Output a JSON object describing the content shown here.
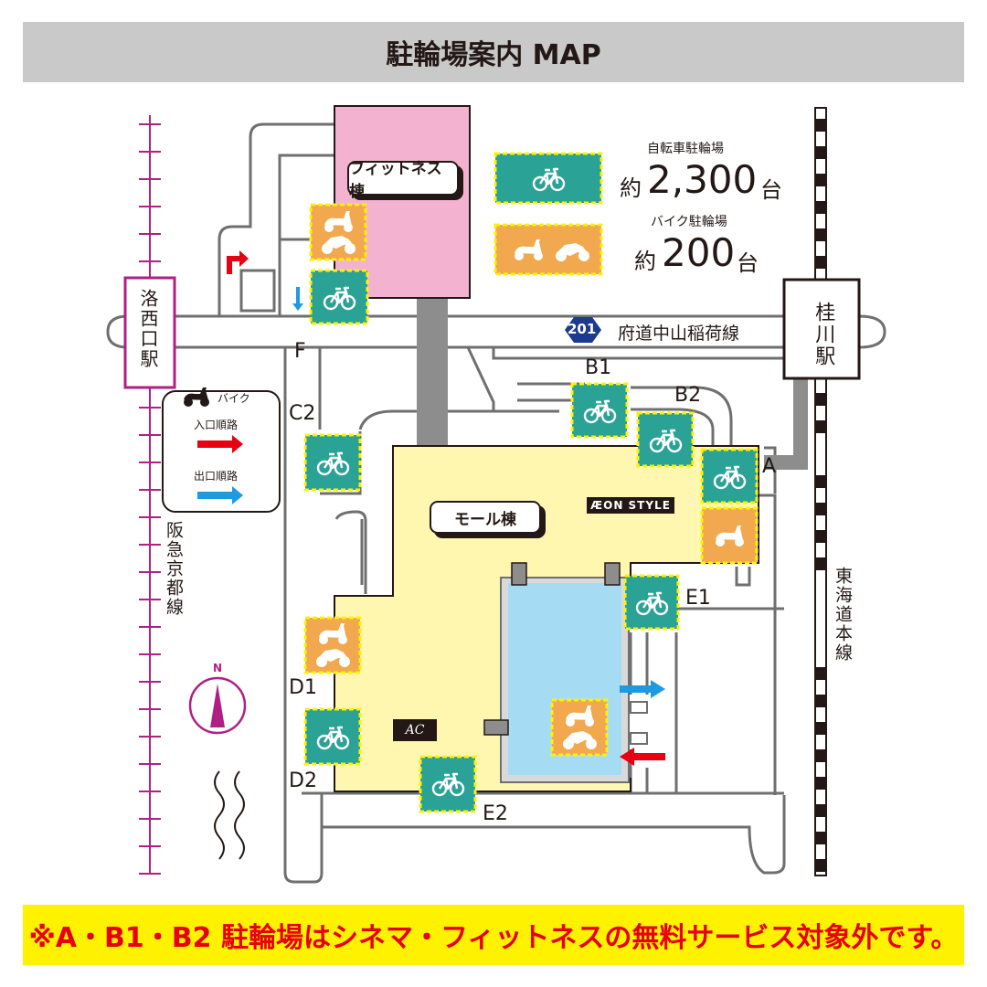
{
  "title": "駐輪場案内 MAP",
  "notice": "※A・B1・B2 駐輪場はシネマ・フィットネスの無料サービス対象外です。",
  "colors": {
    "bicycle_parking": "#2ba296",
    "bike_parking": "#f1a84e",
    "parking_border": "#fff200",
    "fitness_building": "#f3b2cf",
    "mall_building": "#fff6b0",
    "pond": "#a6dbf4",
    "entry_route": "#e60012",
    "exit_route": "#1e9ae0",
    "railway": "#b01f82",
    "road_outline": "#6f6f6f",
    "header_gray": "#c9c9c9",
    "notice_yellow": "#fff200"
  },
  "summary": {
    "bicycle_label": "自転車駐輪場",
    "bicycle_prefix": "約",
    "bicycle_count": "2,300",
    "bicycle_unit": "台",
    "bike_label": "バイク駐輪場",
    "bike_prefix": "約",
    "bike_count": "200",
    "bike_unit": "台"
  },
  "buildings": {
    "fitness": "フィットネス棟",
    "mall": "モール棟",
    "aeon_style": "ÆON STYLE",
    "aeon_cinema": "AC"
  },
  "road": {
    "route_number": "201",
    "route_name": "府道中山稲荷線"
  },
  "stations": {
    "rakusai": "洛西口駅",
    "katsura": "桂川駅"
  },
  "railways": {
    "hankyu": "阪急京都線",
    "tokaido": "東海道本線"
  },
  "legend": {
    "bike": "バイク",
    "entry": "入口順路",
    "exit": "出口順路"
  },
  "compass": "N",
  "parking_labels": {
    "A": "A",
    "B1": "B1",
    "B2": "B2",
    "C2": "C2",
    "D1": "D1",
    "D2": "D2",
    "E1": "E1",
    "E2": "E2",
    "F": "F"
  },
  "icons": {
    "bicycle": "bicycle-icon",
    "scooter": "scooter-icon",
    "motorcycle": "motorcycle-icon"
  }
}
